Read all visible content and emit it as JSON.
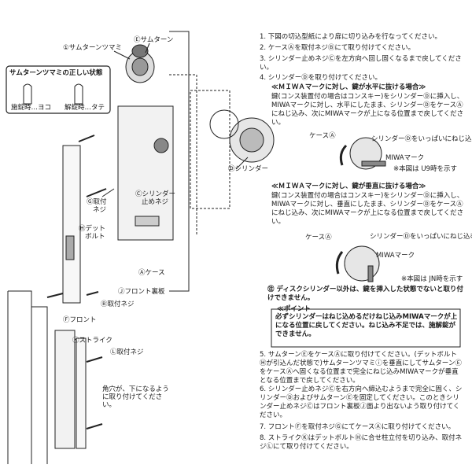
{
  "left_labels": {
    "thumbturn_knob": "①サムターンツマミ",
    "thumbturn": "Ⓔサムターン",
    "correct_state_title": "サムターンツマミの正しい状態",
    "locked": "施錠時…ヨコ",
    "unlocked": "解錠時…タテ",
    "mount_screw": "Ⓖ取付",
    "mount_screw2": "ネジ",
    "cylinder_screw": "Ⓒシリンダー",
    "cylinder_screw2": "止めネジ",
    "deadbolt": "Ⓗデット",
    "deadbolt2": "ボルト",
    "case": "Ⓐケース",
    "front_backplate": "Ⓙフロント裏板",
    "mount_screw_b": "Ⓑ取付ネジ",
    "front": "Ⓕフロント",
    "strike": "Ⓚストライク",
    "mount_screw_l": "Ⓛ取付ネジ",
    "corner_note": "角穴が、下になるように取り付けてください。",
    "cylinder": "Ⓓシリンダー"
  },
  "instructions": {
    "s1": "1.  下図の切込型紙により扉に切り込みを行なってください。",
    "s2": "2.  ケースⒶを取付ネジⒷにて取り付けてください。",
    "s3": "3.  シリンダー止めネジⒸを左方向へ回し固くなるまで戻してください。",
    "s4": "4.  シリンダーⒹを取り付けてください。",
    "h1": "≪ＭＩＷＡマークに対し、鍵が水平に抜ける場合≫",
    "p1": "鍵(コンス装置付の場合はコンスキー)をシリンダーⒹに挿入し、MIWAマークに対し、水平にしたまま、シリンダーⒹをケースⒶにねじ込み、次にMIWAマークが上になる位置まで戻してください。",
    "case_label": "ケースⒶ",
    "screw_in": "シリンダーⒹをいっぱいにねじ込む",
    "miwa_mark": "MIWAマーク",
    "note_u9": "※本図は U9時を示す",
    "h2": "≪ＭＩＷＡマークに対し、鍵が垂直に抜ける場合≫",
    "p2": "鍵(コンス装置付の場合はコンスキー)をシリンダーⒹに挿入し、MIWAマークに対し、垂直にしたまま、シリンダーⒹをケースⒶにねじ込み、次にMIWAマークが上になる位置まで戻してください。",
    "case_label2": "ケースⒶ",
    "screw_in2": "シリンダーⒹをいっぱいにねじ込む",
    "miwa_mark2": "MIWAマーク",
    "note_jn": "※本図は JN時を示す",
    "disc_note": "㊟ ディスクシリンダー以外は、鍵を挿入した状態でないと取り付けできません。",
    "point_title": "≪ポイント",
    "point_body": "必ずシリンダーはねじ込めるだけねじ込みMIWAマークが上になる位置に戻してください。ねじ込み不足では、施解錠ができません。",
    "s5": "5.  サムターンⒺをケースⒶに取り付けてください。(デットボルトⒽが引込んだ状態で)サムターンツマミⓘを垂直にしてサムターンⒺをケースⒶへ固くなる位置まで完全にねじ込みMIWAマークが垂直となる位置まで戻してください。",
    "s6": "6.  シリンダー止めネジⒸを右方向へ締込むようまで完全に固く、シリンダーⒹおよびサムターンⒺを固定してください。このときシリンダー止めネジⒸはフロント裏板Ⓙ面より出ないよう取り付けてください。",
    "s7": "7.  フロントⒻを取付ネジⒼにてケースⒶに取り付けてください。",
    "s8": "8.  ストライクⓀはデットボルトⒽに合せ柱立付を切り込み、取付ネジⓁにて取り付けてください。"
  }
}
